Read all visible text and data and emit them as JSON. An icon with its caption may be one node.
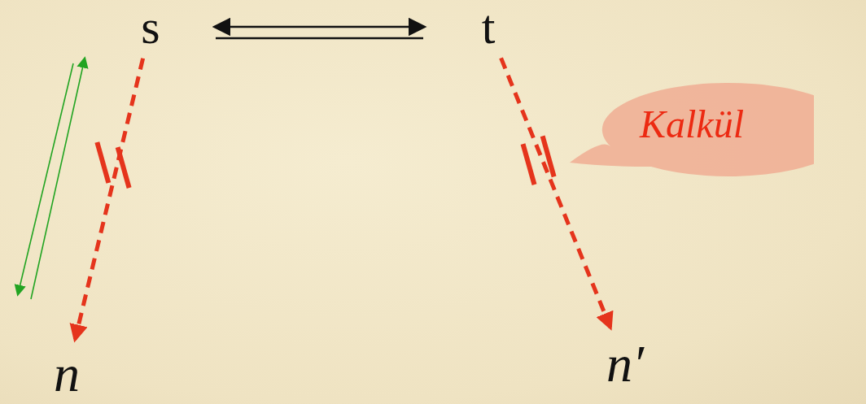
{
  "diagram": {
    "nodes": [
      {
        "text": [
          "s"
        ]
      },
      {
        "text": [
          "t"
        ]
      },
      {
        "text": [
          "n"
        ]
      },
      {
        "text": [
          "n′"
        ]
      },
      {
        "text": [
          "Kalkül"
        ]
      }
    ],
    "edges": [
      {
        "from": 0,
        "to": 1,
        "arrow": "both",
        "color": "#111111"
      },
      {
        "from": 0,
        "to": 2,
        "arrow": "to",
        "style": "dashed",
        "color": "#e5341c"
      },
      {
        "from": 1,
        "to": 3,
        "arrow": "to",
        "style": "dashed",
        "color": "#e5341c"
      }
    ]
  }
}
